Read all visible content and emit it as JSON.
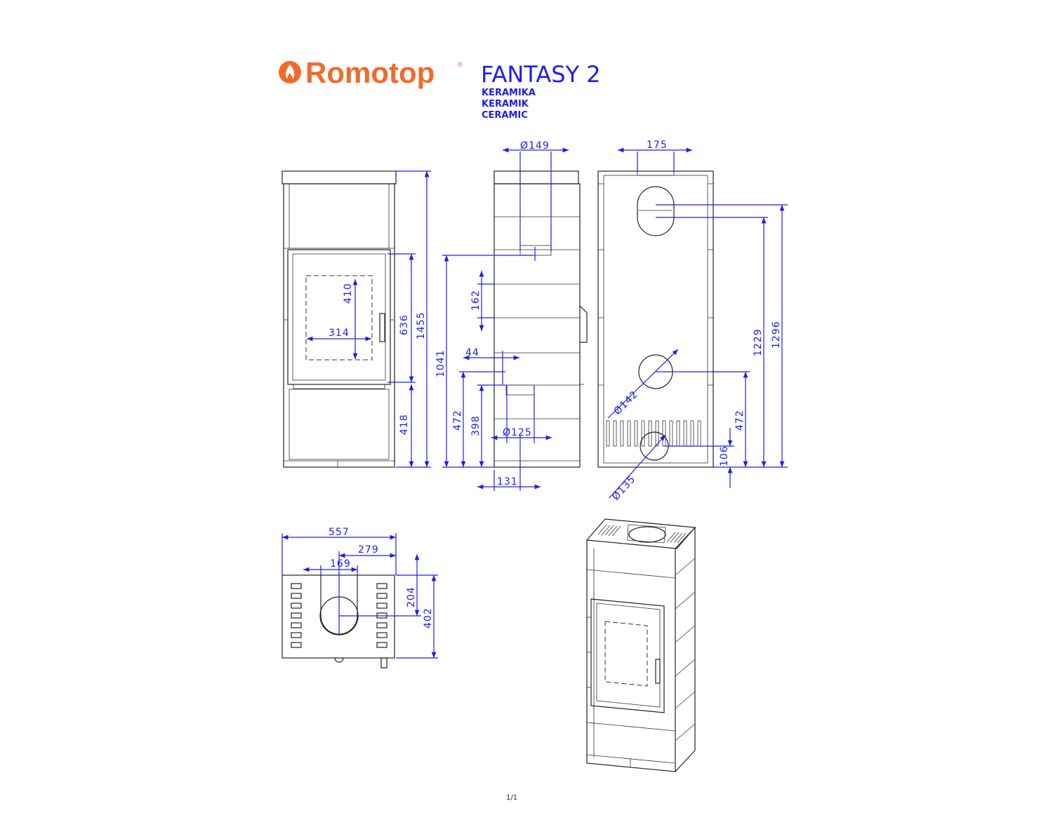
{
  "brand": {
    "name": "Romotop",
    "mark": "®",
    "icon": "flame-icon",
    "color": "#f26a2b"
  },
  "product": {
    "title": "FANTASY 2",
    "subtitles": [
      "KERAMIKA",
      "KERAMIK",
      "CERAMIC"
    ],
    "color": "#1d1df0"
  },
  "front_view": {
    "dims": {
      "fire_h": "410",
      "fire_w": "314",
      "door_h": "636",
      "total_h": "1455",
      "base_h": "418"
    }
  },
  "side_view": {
    "dims": {
      "flue_diam": "Ø149",
      "d162": "162",
      "d1041": "1041",
      "d44": "44",
      "d472": "472",
      "d398": "398",
      "air_diam": "Ø125",
      "d131": "131"
    }
  },
  "back_view": {
    "dims": {
      "d175": "175",
      "d1229": "1229",
      "d1296": "1296",
      "rear_flue_diam": "Ø142",
      "d472": "472",
      "d106": "106",
      "air_diam": "Ø135"
    }
  },
  "top_view": {
    "dims": {
      "width": "557",
      "half": "279",
      "d169": "169",
      "d204": "204",
      "depth": "402"
    }
  },
  "page_number": "1/1"
}
